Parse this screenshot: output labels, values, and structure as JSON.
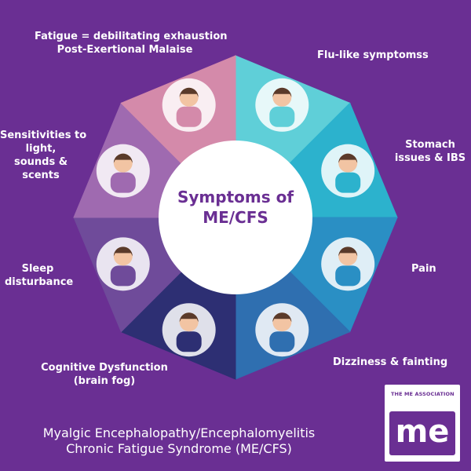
{
  "center_title": [
    "Symptoms of",
    "ME/CFS"
  ],
  "segments": [
    {
      "label": [
        "Flu-like symptomss"
      ],
      "color": "#5fcfd8",
      "icon": "person-blanket-icon"
    },
    {
      "label": [
        "Stomach",
        "issues & IBS"
      ],
      "color": "#2cb2cd",
      "icon": "stomach-ache-icon"
    },
    {
      "label": [
        "Pain"
      ],
      "color": "#2a8fc4",
      "icon": "neck-pain-icon"
    },
    {
      "label": [
        "Dizziness & fainting"
      ],
      "color": "#2f6fb0",
      "icon": "dizzy-person-icon"
    },
    {
      "label": [
        "Cognitive Dysfunction",
        "(brain fog)"
      ],
      "color": "#2d2f73",
      "icon": "confused-person-icon"
    },
    {
      "label": [
        "Sleep",
        "disturbance"
      ],
      "color": "#6f4b9a",
      "icon": "sleepless-woman-icon"
    },
    {
      "label": [
        "Sensitivities to",
        "light,",
        "sounds &",
        "scents"
      ],
      "color": "#9f6ab0",
      "icon": "covering-ears-icon"
    },
    {
      "label": [
        "Fatigue = debilitating exhaustion",
        "Post-Exertional Malaise"
      ],
      "color": "#d48aaa",
      "icon": "person-in-bed-icon"
    }
  ],
  "footer": [
    "Myalgic Encephalopathy/Encephalomyelitis",
    "Chronic Fatigue Syndrome (ME/CFS)"
  ],
  "logo": {
    "top_text": "THE ME ASSOCIATION",
    "mark": "me"
  },
  "colors": {
    "background": "#6a2f93",
    "center": "#ffffff",
    "title": "#6a2f93"
  }
}
